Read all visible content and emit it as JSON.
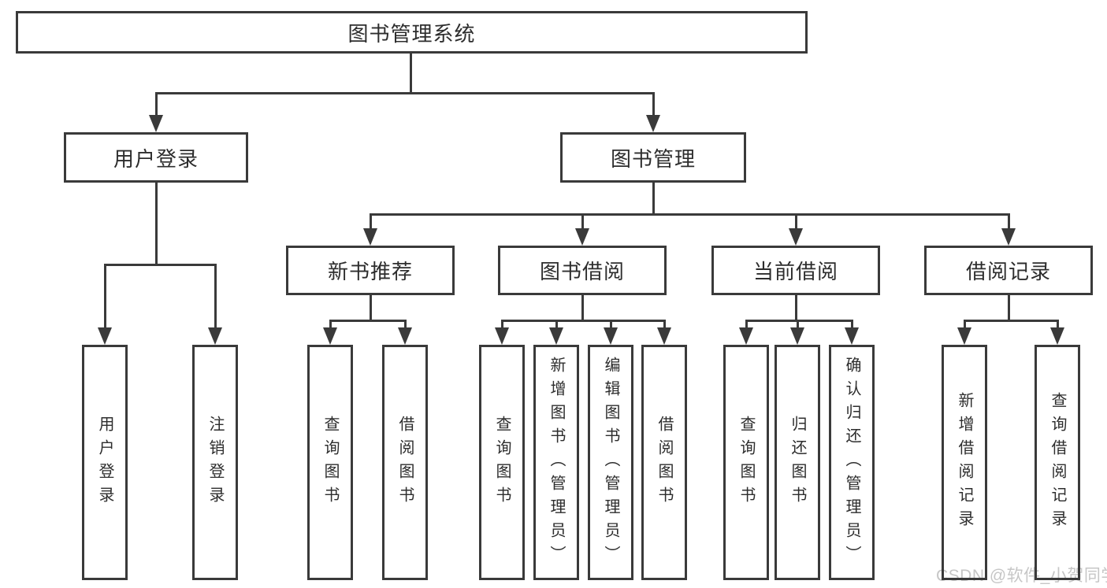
{
  "diagram_type": "functional-structure-tree",
  "tree": {
    "label": "图书管理系统",
    "children": [
      {
        "label": "用户登录",
        "children": [
          {
            "label": "用户登录"
          },
          {
            "label": "注销登录"
          }
        ]
      },
      {
        "label": "图书管理",
        "children": [
          {
            "label": "新书推荐",
            "children": [
              {
                "label": "查询图书"
              },
              {
                "label": "借阅图书"
              }
            ]
          },
          {
            "label": "图书借阅",
            "children": [
              {
                "label": "查询图书"
              },
              {
                "label": "新增图书（管理员）"
              },
              {
                "label": "编辑图书（管理员）"
              },
              {
                "label": "借阅图书"
              }
            ]
          },
          {
            "label": "当前借阅",
            "children": [
              {
                "label": "查询图书"
              },
              {
                "label": "归还图书"
              },
              {
                "label": "确认归还（管理员）"
              }
            ]
          },
          {
            "label": "借阅记录",
            "children": [
              {
                "label": "新增借阅记录"
              },
              {
                "label": "查询借阅记录"
              }
            ]
          }
        ]
      }
    ]
  },
  "watermark": {
    "text": "CSDN @软件_小贺同学",
    "color": "#c6c6c6"
  },
  "colors": {
    "line": "#3a3a3a",
    "box_border": "#3a3a3a",
    "text": "#2d2d2d",
    "background": "#ffffff"
  }
}
